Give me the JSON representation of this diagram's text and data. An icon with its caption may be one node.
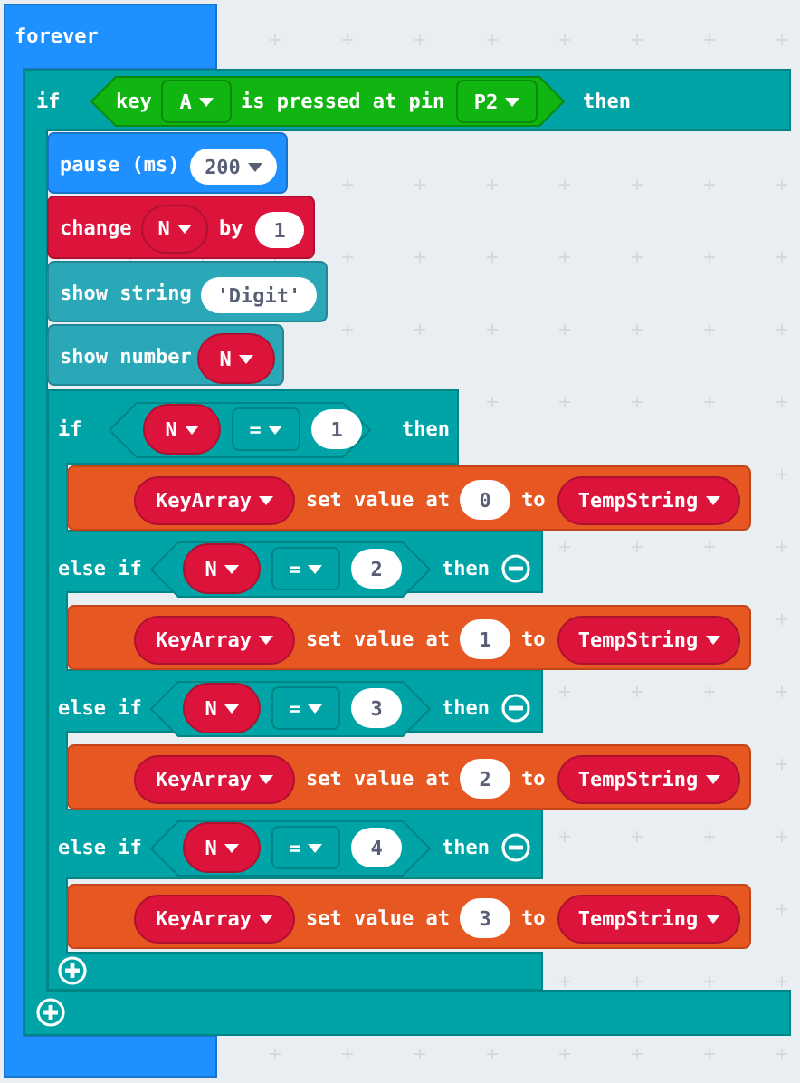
{
  "diagram": {
    "nodes": [
      {
        "text": [
          "forever"
        ]
      },
      {
        "text": [
          "if",
          "then"
        ]
      },
      {
        "text": [
          "key",
          "is pressed at pin"
        ],
        "in": 1
      },
      {
        "text": [
          "A"
        ],
        "in": 2
      },
      {
        "text": [
          "P2"
        ],
        "in": 2
      },
      {
        "text": [
          "pause (ms)"
        ],
        "in": 1
      },
      {
        "text": [
          "200"
        ],
        "in": 5
      },
      {
        "text": [
          "change",
          "by"
        ],
        "in": 1
      },
      {
        "text": [
          "N"
        ],
        "in": 7
      },
      {
        "text": [
          "1"
        ],
        "in": 7
      },
      {
        "text": [
          "show string"
        ],
        "in": 1
      },
      {
        "text": [
          "'Digit'"
        ],
        "in": 10
      },
      {
        "text": [
          "show number"
        ],
        "in": 1
      },
      {
        "text": [
          "N"
        ],
        "in": 12
      },
      {
        "text": [
          "if",
          "then",
          "else if",
          "then",
          "else if",
          "then",
          "else if",
          "then"
        ],
        "in": 1
      },
      {
        "text": [],
        "shape": "hexagon",
        "in": 14
      },
      {
        "text": [
          "N"
        ],
        "in": 15
      },
      {
        "text": [
          "="
        ],
        "in": 15
      },
      {
        "text": [
          "1"
        ],
        "in": 15
      },
      {
        "text": [
          "set value at",
          "to"
        ],
        "in": 1
      },
      {
        "text": [
          "KeyArray"
        ],
        "in": 19
      },
      {
        "text": [
          "0"
        ],
        "in": 19
      },
      {
        "text": [
          "TempString"
        ],
        "in": 19
      },
      {
        "text": [],
        "shape": "hexagon",
        "in": 14
      },
      {
        "text": [
          "N"
        ],
        "in": 23
      },
      {
        "text": [
          "="
        ],
        "in": 23
      },
      {
        "text": [
          "2"
        ],
        "in": 23
      },
      {
        "text": [
          "set value at",
          "to"
        ],
        "in": 1
      },
      {
        "text": [
          "KeyArray"
        ],
        "in": 27
      },
      {
        "text": [
          "1"
        ],
        "in": 27
      },
      {
        "text": [
          "TempString"
        ],
        "in": 27
      },
      {
        "text": [],
        "shape": "hexagon",
        "in": 14
      },
      {
        "text": [
          "N"
        ],
        "in": 31
      },
      {
        "text": [
          "="
        ],
        "in": 31
      },
      {
        "text": [
          "3"
        ],
        "in": 31
      },
      {
        "text": [
          "set value at",
          "to"
        ],
        "in": 1
      },
      {
        "text": [
          "KeyArray"
        ],
        "in": 35
      },
      {
        "text": [
          "2"
        ],
        "in": 35
      },
      {
        "text": [
          "TempString"
        ],
        "in": 35
      },
      {
        "text": [],
        "shape": "hexagon",
        "in": 14
      },
      {
        "text": [
          "N"
        ],
        "in": 39
      },
      {
        "text": [
          "="
        ],
        "in": 39
      },
      {
        "text": [
          "4"
        ],
        "in": 39
      },
      {
        "text": [
          "set value at",
          "to"
        ],
        "in": 1
      },
      {
        "text": [
          "KeyArray"
        ],
        "in": 43
      },
      {
        "text": [
          "3"
        ],
        "in": 43
      },
      {
        "text": [
          "TempString"
        ],
        "in": 43
      }
    ]
  }
}
